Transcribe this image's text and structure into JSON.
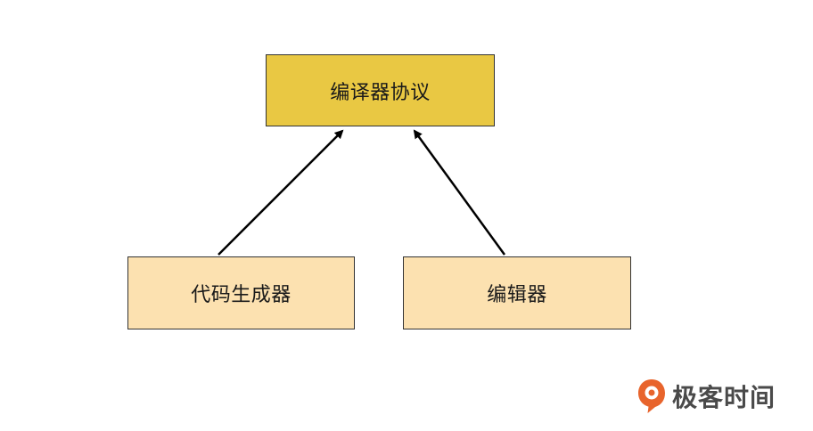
{
  "nodes": {
    "protocol": {
      "label": "编译器协议",
      "fill": "#e9c843"
    },
    "codegen": {
      "label": "代码生成器",
      "fill": "#fce1b0"
    },
    "editor": {
      "label": "编辑器",
      "fill": "#fce1b0"
    }
  },
  "edges": [
    {
      "from": "codegen",
      "to": "protocol"
    },
    {
      "from": "editor",
      "to": "protocol"
    }
  ],
  "colors": {
    "stroke": "#000000",
    "brand": "#e8642c"
  },
  "brand": {
    "name": "极客时间",
    "logo_icon": "geektime-logo-icon"
  }
}
